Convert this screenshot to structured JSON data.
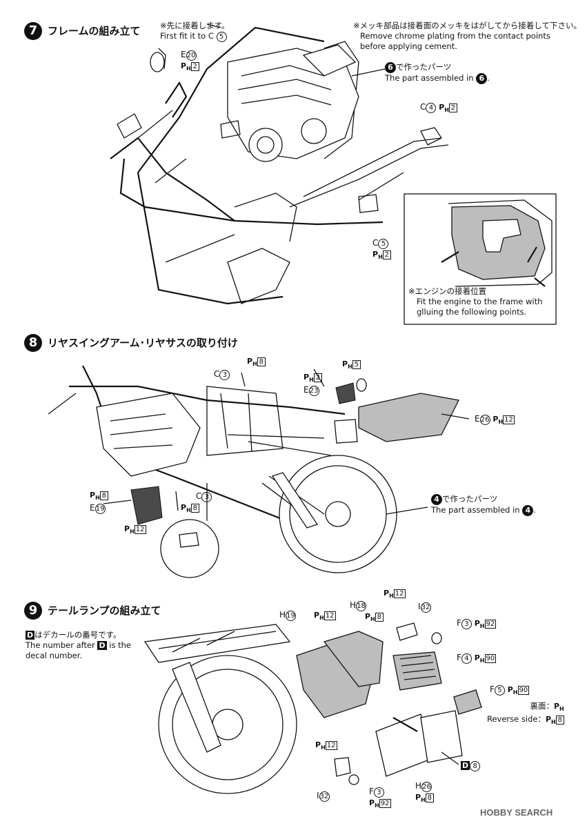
{
  "step7": {
    "num": "7",
    "title": "フレームの組み立て",
    "note_jp": "※先に接着します。",
    "note_en": "First fit it to C",
    "note_en_part": "5",
    "chrome_jp": "※メッキ部品は接着面のメッキをはがしてから接着して下さい。",
    "chrome_en1": "Remove chrome plating from the contact points",
    "chrome_en2": "before applying cement.",
    "prev_jp": "で作ったパーツ",
    "prev_en": "The part assembled in",
    "prev_step": "6",
    "labels": [
      {
        "letter": "E",
        "num": "20",
        "paint": "2"
      },
      {
        "letter": "C",
        "num": "4",
        "paint": "2"
      },
      {
        "letter": "C",
        "num": "5",
        "paint": "2"
      }
    ],
    "inset_jp": "※エンジンの接着位置",
    "inset_en1": "Fit the engine to the frame with",
    "inset_en2": "glluing the following points."
  },
  "step8": {
    "num": "8",
    "title": "リヤスイングアーム･リヤサスの取り付け",
    "prev_jp": "で作ったパーツ",
    "prev_en": "The part assembled in",
    "prev_step": "4",
    "labels": [
      {
        "letter": "C",
        "num": "3",
        "paint": "8"
      },
      {
        "letter": "E",
        "num": "23",
        "paint_a": "2",
        "paint_b": "5"
      },
      {
        "letter": "E",
        "num": "26",
        "paint": "12"
      },
      {
        "letter": "E",
        "num": "19",
        "paint_a": "8",
        "paint_b": "12"
      },
      {
        "letter": "C",
        "num": "3",
        "paint": "8"
      }
    ]
  },
  "step9": {
    "num": "9",
    "title": "テールランプの組み立て",
    "decal_jp": "はデカールの番号です。",
    "decal_letter": "D",
    "decal_en1": "The number after",
    "decal_en2": "is the",
    "decal_en3": "decal number.",
    "labels": [
      {
        "letter": "H",
        "num": "19"
      },
      {
        "letter": "H",
        "num": "18",
        "paint": "8"
      },
      {
        "letter": "I",
        "num": "32"
      },
      {
        "letter": "F",
        "num": "3",
        "paint": "92"
      },
      {
        "letter": "F",
        "num": "4",
        "paint": "90"
      },
      {
        "letter": "F",
        "num": "5",
        "paint": "90"
      },
      {
        "letter": "H",
        "num": "26",
        "paint": "8"
      },
      {
        "letter": "I",
        "num": "32"
      },
      {
        "letter": "F",
        "num": "3",
        "paint": "92"
      },
      {
        "letter": "D",
        "num": "8"
      }
    ],
    "paint_12": "12",
    "reverse_jp": "裏面：",
    "reverse_en": "Reverse side：",
    "reverse_paint": "8"
  },
  "paint_prefix": "P",
  "paint_sub": "H",
  "watermark": "HOBBY SEARCH"
}
